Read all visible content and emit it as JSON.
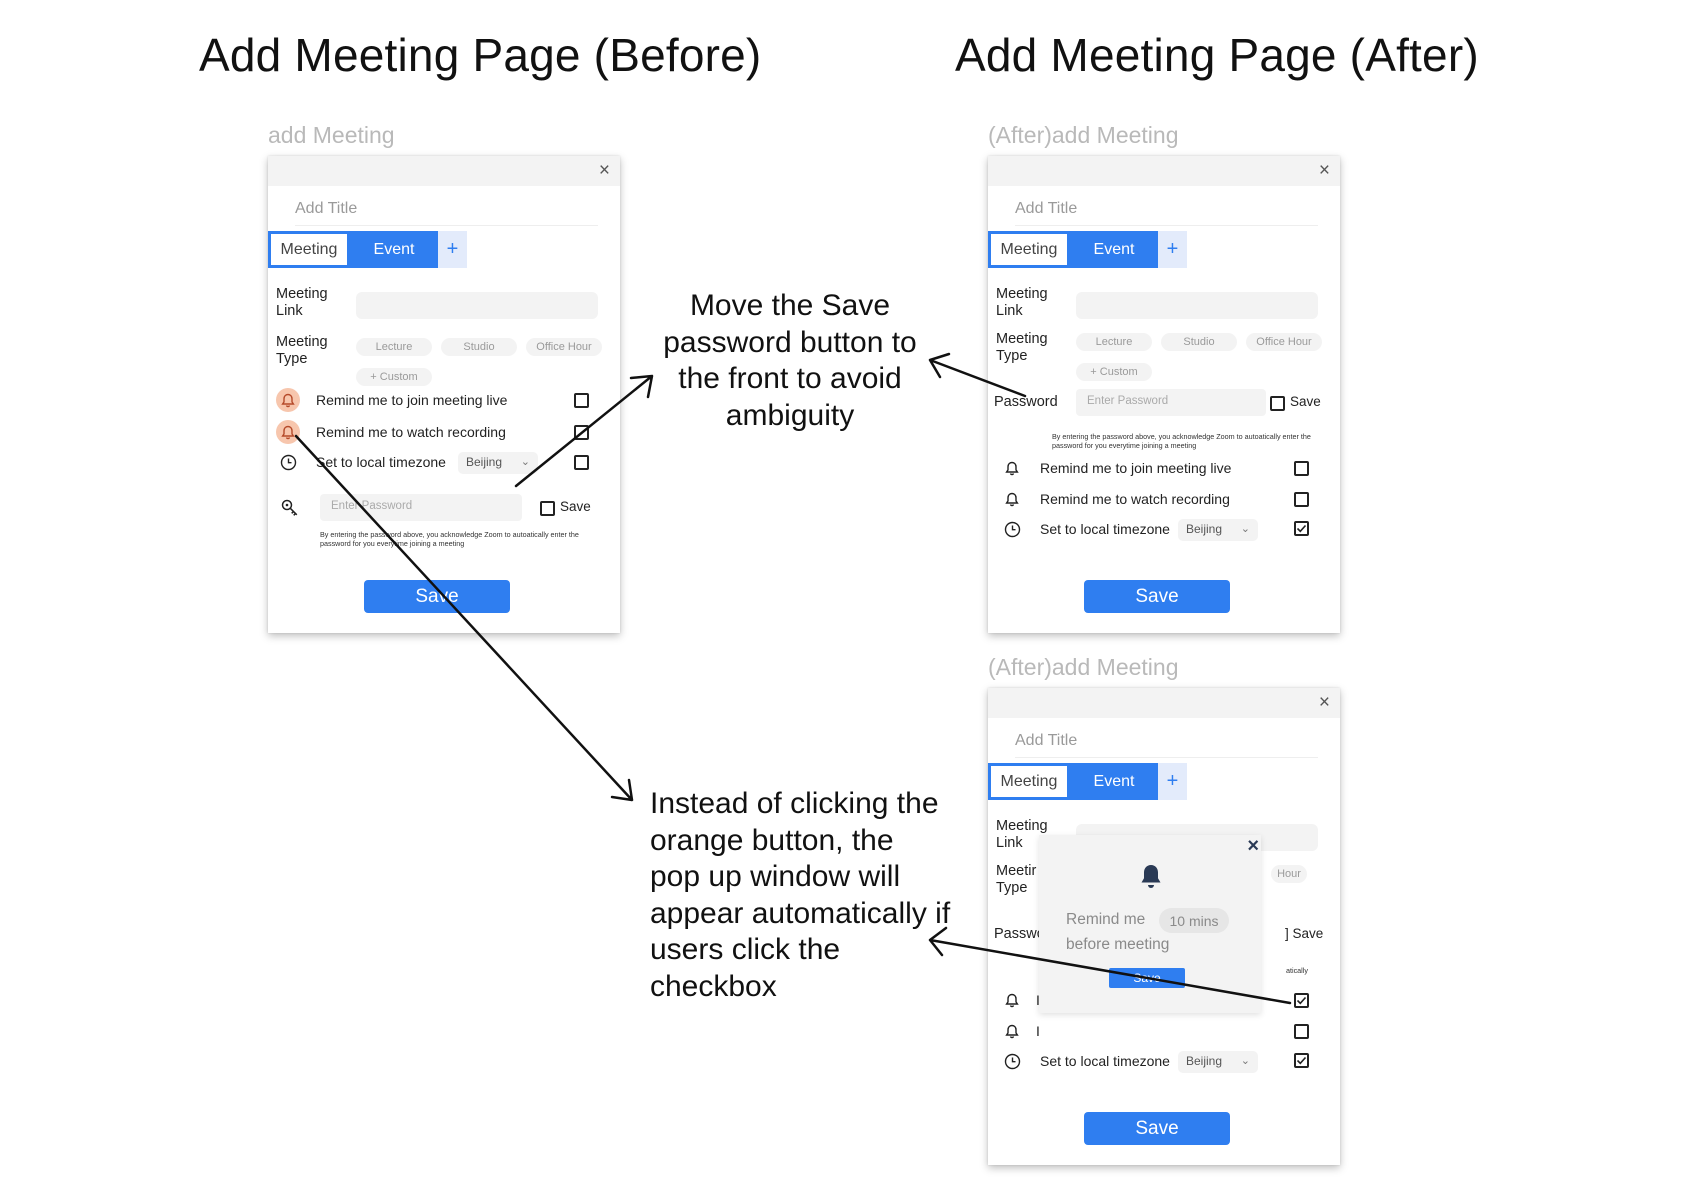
{
  "headings": {
    "before": "Add Meeting Page (Before)",
    "after": "Add Meeting Page (After)"
  },
  "frames": {
    "before_label": "add Meeting",
    "after_label": "(After)add Meeting",
    "after2_label": "(After)add Meeting"
  },
  "form": {
    "close_glyph": "×",
    "add_title": "Add Title",
    "tab_meeting": "Meeting",
    "tab_event": "Event",
    "tab_plus": "+",
    "meeting_link_line1": "Meeting",
    "meeting_link_line2": "Link",
    "meeting_type_line1": "Meeting",
    "meeting_type_line2": "Type",
    "type_options": [
      "Lecture",
      "Studio",
      "Office Hour"
    ],
    "custom_chip": "+ Custom",
    "remind_live": "Remind me to join meeting live",
    "remind_recording": "Remind me to watch recording",
    "local_timezone": "Set to local timezone",
    "timezone_value": "Beijing",
    "chevron": "⌄",
    "password_label": "Password",
    "password_placeholder": "Enter Password",
    "save_password": "Save",
    "disclaimer": "By entering the password above, you acknowledge Zoom to autoatically enter the password for you everytime joining a meeting",
    "save_button": "Save"
  },
  "popup": {
    "close_glyph": "×",
    "remind_prefix": "Remind me",
    "mins_chip": "10 mins",
    "before_meeting": "before meeting",
    "save_button": "Save",
    "clipped_meeting_type": "Meetir",
    "clipped_password": "Passwc",
    "clipped_office_hour": "Hour",
    "clipped_save": "] Save",
    "clipped_disclaimer": "atically",
    "clipped_row_letter": "I"
  },
  "annotations": {
    "move_save": [
      "Move the Save",
      "password button to",
      "the front to avoid",
      "ambiguity"
    ],
    "popup_note": [
      "Instead of clicking the",
      "orange button, the",
      "pop up window will",
      "appear automatically if",
      "users click the",
      "checkbox"
    ]
  },
  "colors": {
    "primary_blue": "#2f7ef0",
    "orange_highlight": "#f7c6ad",
    "light_gray": "#f3f3f3",
    "label_gray": "#b9b9b9"
  }
}
